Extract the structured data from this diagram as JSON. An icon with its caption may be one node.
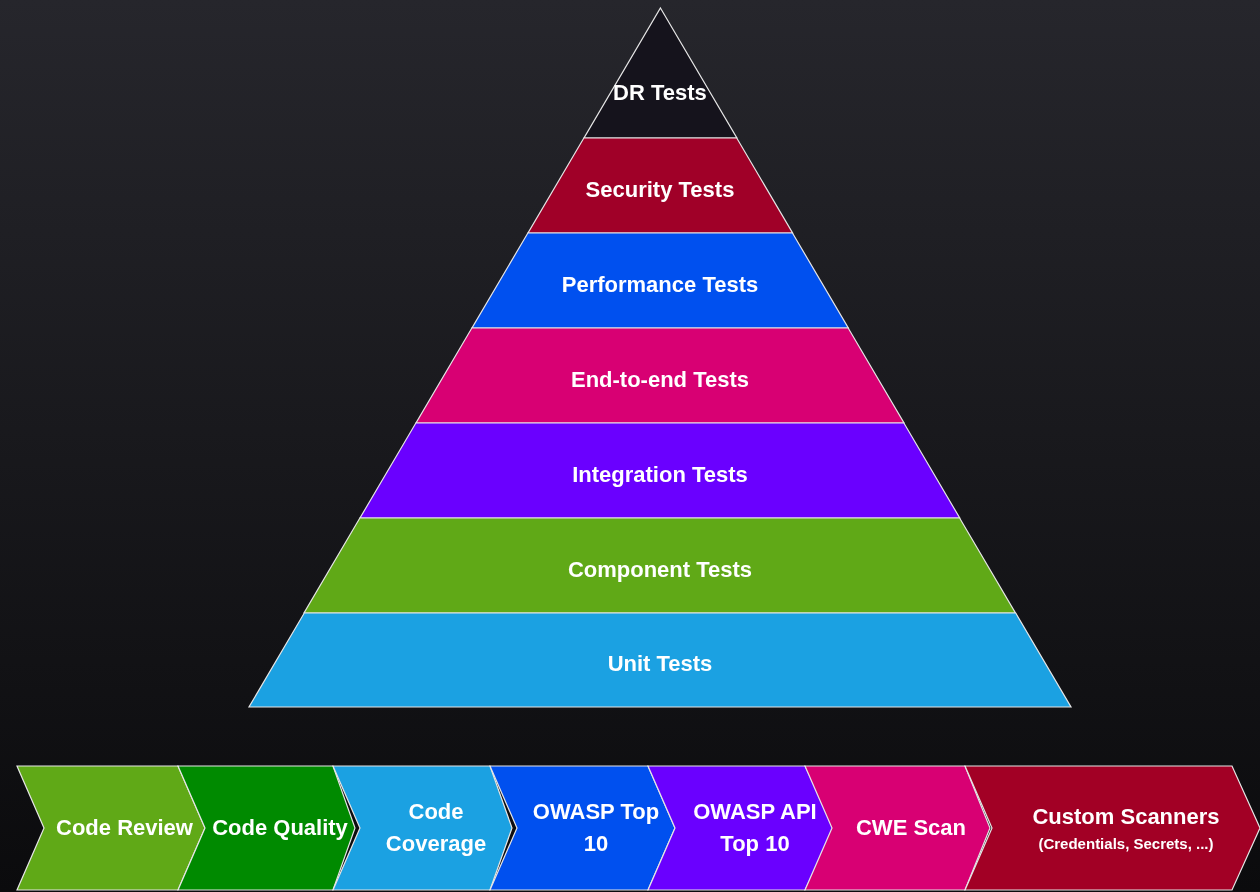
{
  "diagram": {
    "nodes": [
      {
        "text": [
          "DR Tests"
        ]
      },
      {
        "text": [
          "Security Tests"
        ]
      },
      {
        "text": [
          "Performance Tests"
        ]
      },
      {
        "text": [
          "End-to-end Tests"
        ]
      },
      {
        "text": [
          "Integration Tests"
        ]
      },
      {
        "text": [
          "Component Tests"
        ]
      },
      {
        "text": [
          "Unit Tests"
        ]
      },
      {
        "text": [
          "Code Review"
        ]
      },
      {
        "text": [
          "Code Quality"
        ]
      },
      {
        "text": [
          "Code Coverage"
        ]
      },
      {
        "text": [
          "OWASP Top 10"
        ]
      },
      {
        "text": [
          "OWASP API Top 10"
        ]
      },
      {
        "text": [
          "CWE Scan"
        ]
      },
      {
        "text": [
          "Custom Scanners",
          "(Credentials, Secrets, ...)"
        ]
      }
    ]
  }
}
